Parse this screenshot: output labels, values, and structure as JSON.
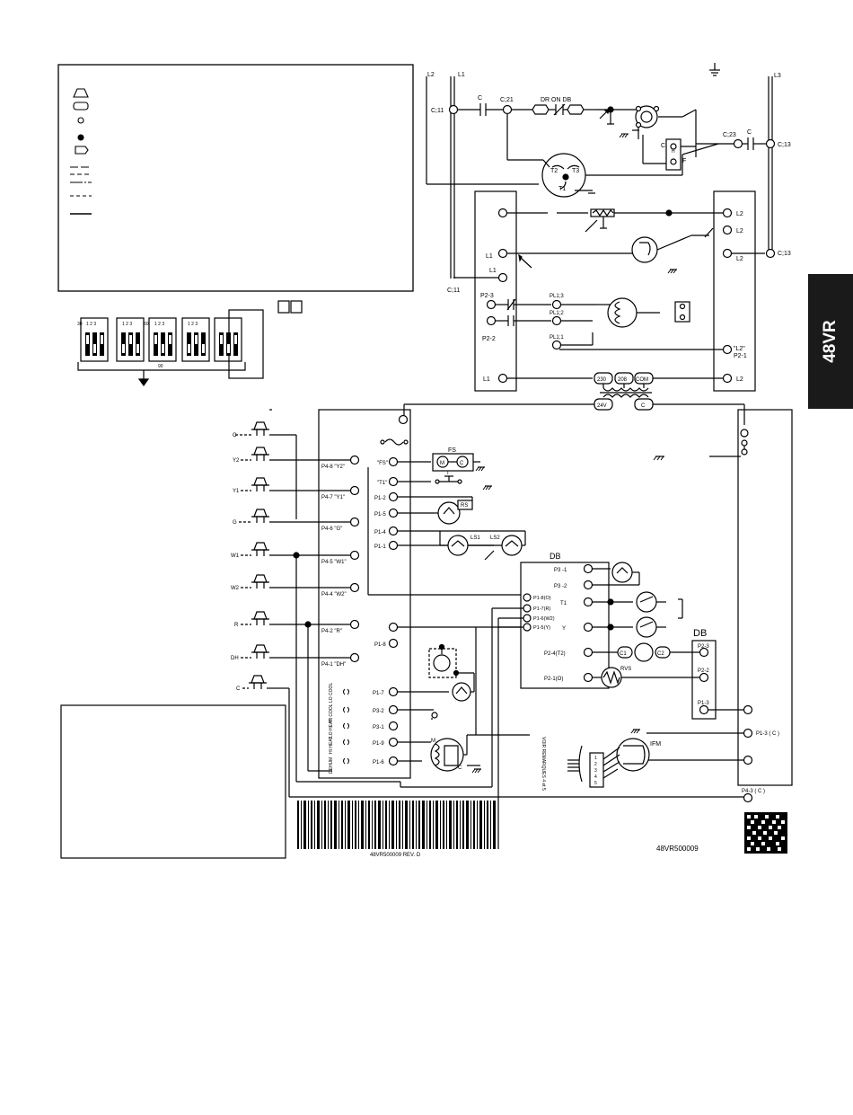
{
  "side_tab": {
    "label": "48VR"
  },
  "supply": {
    "l1": "L1",
    "l2": "L2",
    "l3": "L3"
  },
  "contactor": {
    "label": "C",
    "label_right": "C",
    "t11": "C;11",
    "t21": "C;21",
    "t23": "C;23",
    "t13": "C;13",
    "t11b": "C;11",
    "t13b": "C;13"
  },
  "defrost": {
    "dr_on_db": "DR ON DB"
  },
  "compressor": {
    "t1": "T1",
    "t2": "T2",
    "t3": "T3"
  },
  "fan_cap": {
    "c": "C",
    "h": "H",
    "f": "F"
  },
  "left_box": {
    "l1a": "L1",
    "l1b": "L1",
    "p23": "P2-3",
    "p22": "P2-2",
    "l1c": "L1"
  },
  "right_box": {
    "l2a": "L2",
    "l2b": "L2",
    "l2c": "L2",
    "l2q": "\"L2\"",
    "p21": "P2-1",
    "l2d": "L2"
  },
  "pl_labels": {
    "pl13": "PL1;3",
    "pl12": "PL1;2",
    "pl11": "PL1;1"
  },
  "transformer": {
    "t230": "230",
    "t208": "208",
    "com": "COM",
    "v24": "24V",
    "c": "C"
  },
  "thermostat_terminals": [
    "O",
    "Y2",
    "Y1",
    "G",
    "W1",
    "W2",
    "R",
    "DH",
    "C"
  ],
  "control_board_left": [
    "P4-8 \"Y2\"",
    "P4-7 \"Y1\"",
    "P4-6 \"G\"",
    "P4-5 \"W1\"",
    "P4-4 \"W2\"",
    "P4-2 \"R\"",
    "P4-1 \"DH\""
  ],
  "control_board_right": {
    "fs": "\"FS\"",
    "t1": "\"T1\"",
    "p12": "P1-2",
    "p15": "P1-5",
    "p14": "P1-4",
    "p11": "P1-1",
    "p18": "P1-8",
    "p17": "P1-7",
    "p32": "P3-2",
    "p31": "P3-1",
    "p19": "P1-9",
    "p16": "P1-6"
  },
  "dip_rows": [
    "LO COOL",
    "HI COOL",
    "LO HEAT",
    "HI HEAT",
    "DEHUM"
  ],
  "components": {
    "fs": "FS",
    "m": "M",
    "c": "C",
    "rs": "RS",
    "ls1": "LS1",
    "ls2": "LS2",
    "t_sym": "T",
    "motor_m": "M",
    "motor_c": "C"
  },
  "defrost_board": {
    "title": "DB",
    "terms": [
      "P3 -1",
      "P3 -2",
      "T1",
      "Y",
      "P2-4(T2)",
      "P2-1(O)"
    ],
    "inputs": [
      "P1-8(O)",
      "P1-7(R)",
      "P1-6(W2)",
      "P1-5(Y)"
    ],
    "c1": "C1",
    "c2": "C2",
    "rvs": "RVS"
  },
  "db_plug": {
    "title": "DB",
    "p23": "P2-3",
    "p22": "P2-2",
    "p13": "P1-3"
  },
  "right_strip": {
    "p13c": "P1-3 ( C )",
    "p43c": "P4-3 ( C )"
  },
  "ifm": {
    "label": "IFM",
    "pins": [
      "1",
      "2",
      "3",
      "4",
      "5"
    ],
    "side_text": "VOIR REMARQUES 4 et 5"
  },
  "dip": {
    "nums": [
      "1 2 3",
      "1 2 3",
      "1 2 3",
      "1 2 3"
    ],
    "n30": "30",
    "n60": "60",
    "n90": "90"
  },
  "doc": {
    "part_no": "48VR500009",
    "barcode_caption": "48VR500009  REV. D"
  },
  "legend": {
    "symbols": [
      "field-splice",
      "marked-terminal",
      "unmarked-terminal",
      "splice",
      "factory-splice",
      "field-control-wiring",
      "field-power-wiring",
      "accessory-wiring",
      "option-wiring",
      "factory-wiring"
    ]
  }
}
